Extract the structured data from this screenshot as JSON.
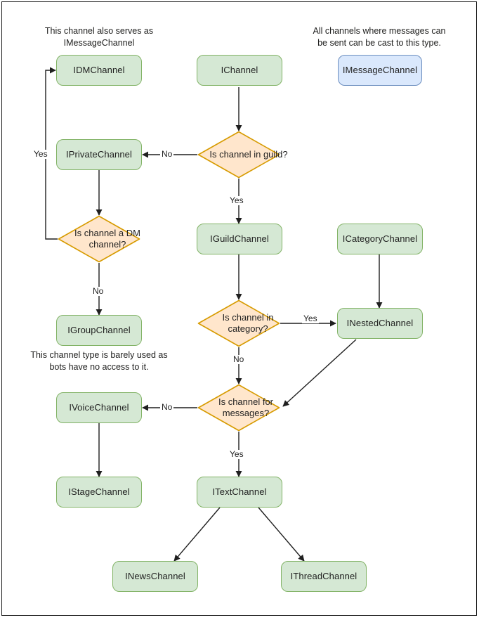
{
  "diagram": {
    "title": "Discord channel interface hierarchy flowchart",
    "colors": {
      "node_fill_green": "#d5e8d4",
      "node_stroke_green": "#82b366",
      "node_fill_blue": "#dae8fc",
      "node_stroke_blue": "#6c8ebf",
      "decision_fill_orange": "#ffe6cc",
      "decision_stroke_orange": "#d79b00",
      "edge_stroke": "#1f1f1f",
      "background": "#ffffff"
    },
    "nodes": {
      "idm_channel": "IDMChannel",
      "ichannel": "IChannel",
      "imessage_channel": "IMessageChannel",
      "iprivate_channel": "IPrivateChannel",
      "iguild_channel": "IGuildChannel",
      "icategory_channel": "ICategoryChannel",
      "igroup_channel": "IGroupChannel",
      "inested_channel": "INestedChannel",
      "ivoice_channel": "IVoiceChannel",
      "istage_channel": "IStageChannel",
      "itext_channel": "ITextChannel",
      "inews_channel": "INewsChannel",
      "ithread_channel": "IThreadChannel"
    },
    "decisions": {
      "in_guild": "Is channel in guild?",
      "is_dm": "Is channel a DM channel?",
      "in_category": "Is channel in category?",
      "for_messages": "Is channel for messages?"
    },
    "notes": {
      "dm_note": "This channel also serves as IMessageChannel",
      "message_note": "All channels where messages can be sent can be cast to this type.",
      "group_note": "This channel type is barely used as bots have no access to it."
    },
    "edge_labels": {
      "guild_no": "No",
      "guild_yes": "Yes",
      "dm_yes": "Yes",
      "dm_no": "No",
      "category_yes": "Yes",
      "category_no": "No",
      "messages_no": "No",
      "messages_yes": "Yes"
    }
  }
}
